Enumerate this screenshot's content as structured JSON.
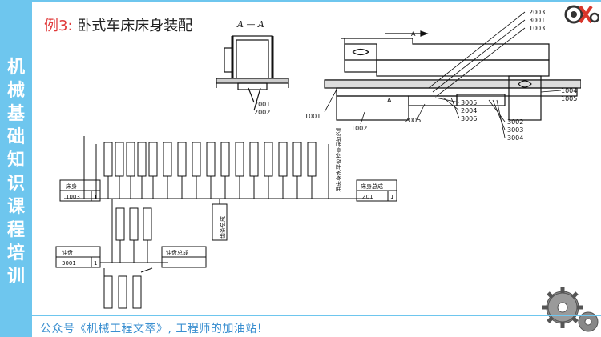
{
  "sidebar": {
    "title_chars": [
      "机",
      "械",
      "基",
      "础",
      "知",
      "识",
      "课",
      "程",
      "培",
      "训"
    ]
  },
  "slide": {
    "title_prefix": "例3:",
    "title_text": "卧式车床床身装配",
    "section_label": "A — A",
    "footer": "公众号《机械工程文萃》, 工程师的加油站!"
  },
  "drawing_labels": {
    "p2003": "2003",
    "p3001": "3001",
    "p1003": "1003",
    "p1004": "1004",
    "p1005": "1005",
    "p3005": "3005",
    "p2004": "2004",
    "p3006": "3006",
    "p2005": "2005",
    "p3002": "3002",
    "p3003": "3003",
    "p3004": "3004",
    "p1001": "1001",
    "p1002": "1002",
    "p2001": "2001",
    "p2002": "2002",
    "arrowA": "A"
  },
  "tree_labels": {
    "bed_name": "床身",
    "bed_code": "1003",
    "bed_qty": "1",
    "bed_assy_name": "床身总成",
    "bed_assy_code": "Z01",
    "bed_assy_qty": "1",
    "oil_pan_name": "油盘",
    "oil_pan_code": "3001",
    "oil_pan_qty": "1",
    "oil_pan_assy": "油盘总成",
    "gear_assy": "齿条总成",
    "vertical_note": "用床身水平仪检查导轨的直线度"
  },
  "colors": {
    "sidebar": "#6ec6ee",
    "title_prefix": "#e03a3a",
    "footer_text": "#3a8fd0"
  }
}
